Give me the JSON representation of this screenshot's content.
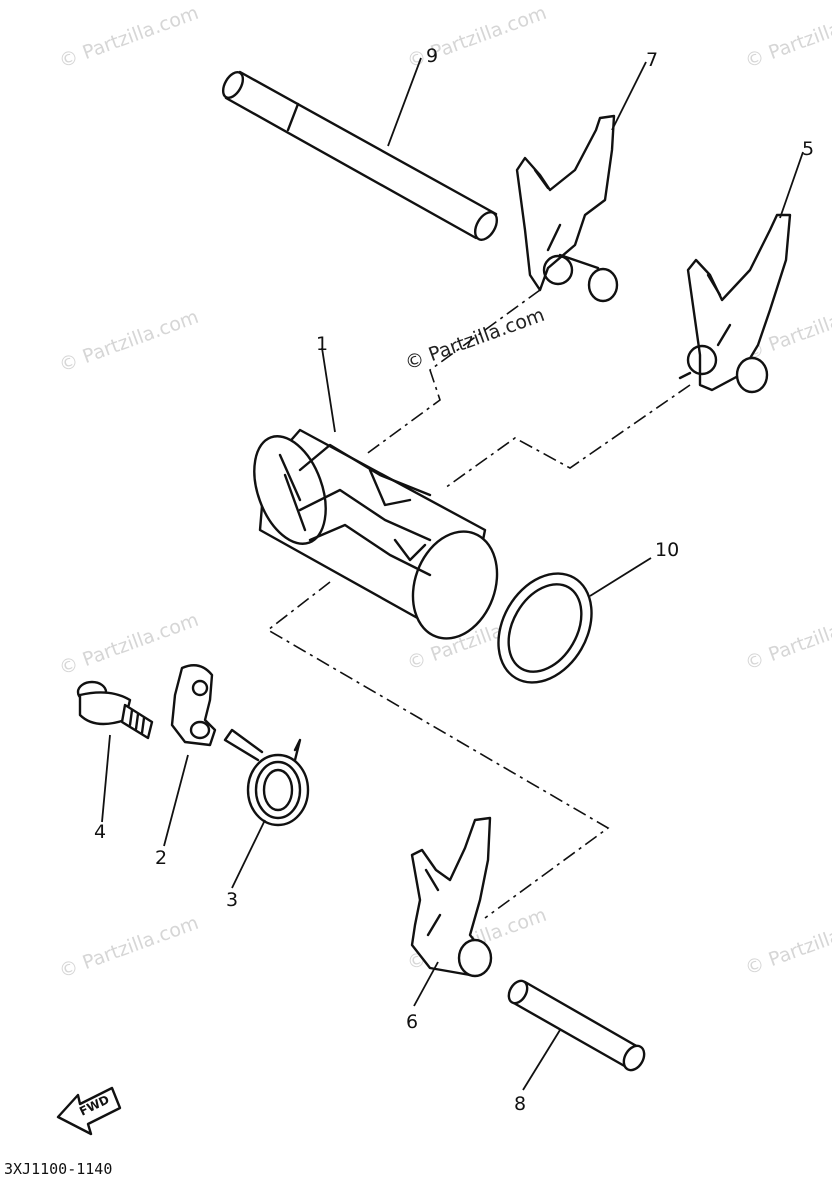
{
  "watermark": "© Partzilla.com",
  "callouts": {
    "p1": "1",
    "p2": "2",
    "p3": "3",
    "p4": "4",
    "p5": "5",
    "p6": "6",
    "p7": "7",
    "p8": "8",
    "p9": "9",
    "p10": "10"
  },
  "direction_label": "FWD",
  "diagram_code": "3XJ1100-1140"
}
